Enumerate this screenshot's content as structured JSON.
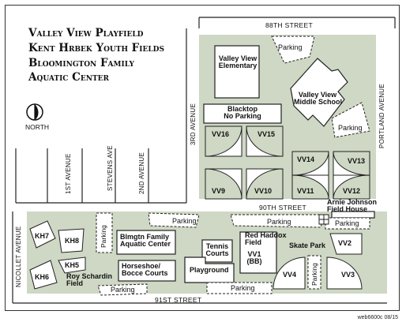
{
  "titles": [
    "Valley View Playfield",
    "Kent Hrbek Youth Fields",
    "Bloomington Family",
    "Aquatic Center"
  ],
  "north_label": "NORTH",
  "streets": {
    "s88": "88TH STREET",
    "s90": "90TH STREET",
    "s91": "91ST STREET",
    "portland": "PORTLAND AVENUE",
    "third": "3RD AVENUE",
    "first": "1ST AVENUE",
    "stevens": "STEVENS AVE",
    "second": "2ND AVENUE",
    "nicollet": "NICOLLET AVENUE"
  },
  "buildings": {
    "elementary": [
      "Valley View",
      "Elementary"
    ],
    "middle": [
      "Valley View",
      "Middle School"
    ],
    "blacktop": [
      "Blacktop",
      "No Parking"
    ],
    "aquatic": [
      "Blmgtn Family",
      "Aquatic Center"
    ],
    "horseshoe": [
      "Horseshoe/",
      "Bocce Courts"
    ],
    "tennis": [
      "Tennis",
      "Courts"
    ],
    "playground": "Playground",
    "field_house": [
      "Arnie Johnson",
      "Field House"
    ],
    "red_haddox": [
      "Red Haddox",
      "Field"
    ],
    "vv1": [
      "VV1",
      "(BB)"
    ],
    "skate_park": "Skate Park",
    "roy_schardin": [
      "Roy Schardin",
      "Field"
    ]
  },
  "fields": [
    "VV16",
    "VV15",
    "VV9",
    "VV10",
    "VV14",
    "VV13",
    "VV11",
    "VV12",
    "KH7",
    "KH8",
    "KH5",
    "KH6",
    "VV2",
    "VV3",
    "VV4"
  ],
  "parking": "Parking",
  "credit": "web6600c  08/15",
  "colors": {
    "park_green": "#ced8c4",
    "ink": "#111111",
    "field_white": "#ffffff"
  }
}
